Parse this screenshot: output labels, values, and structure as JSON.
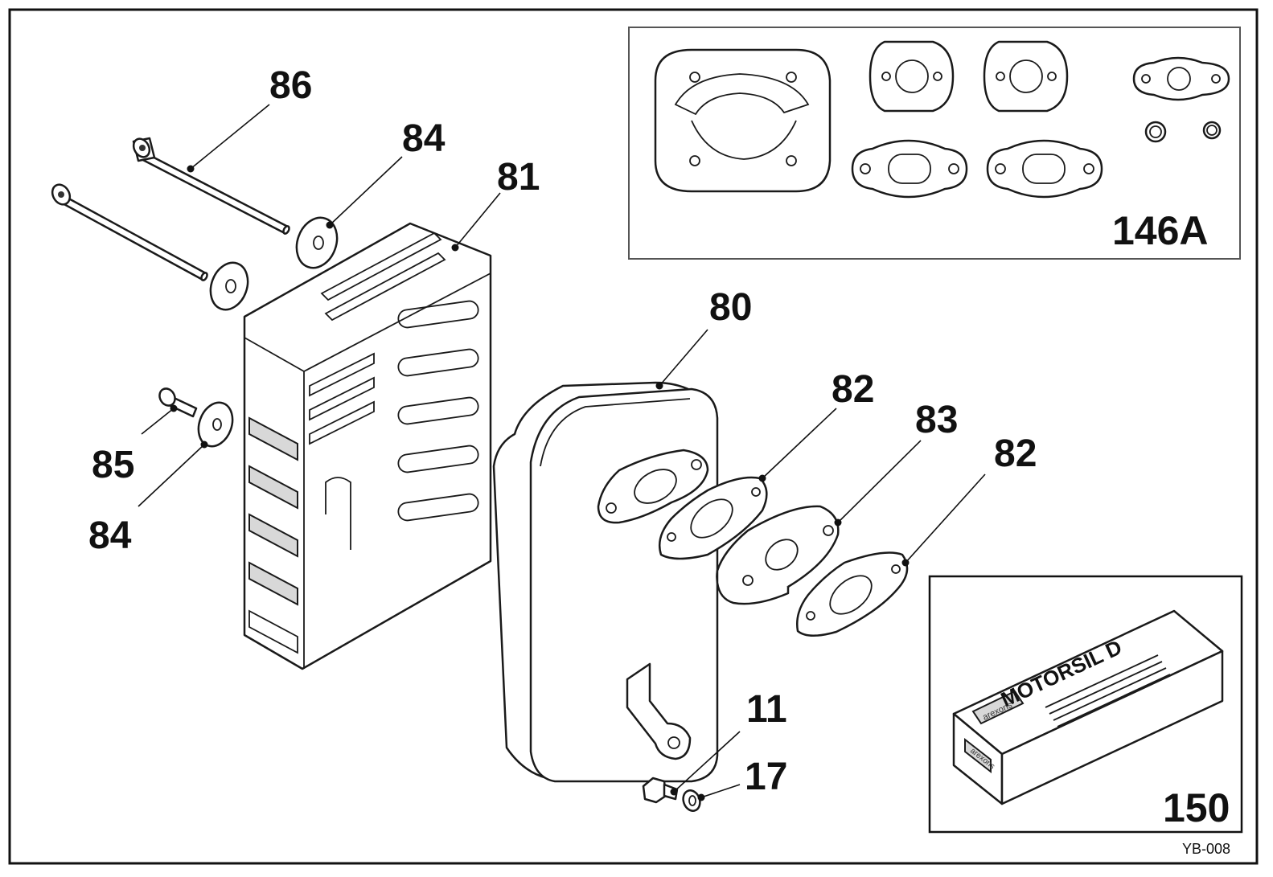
{
  "callouts": {
    "c86": "86",
    "c84_top": "84",
    "c81": "81",
    "c80": "80",
    "c82_a": "82",
    "c83": "83",
    "c82_b": "82",
    "c85": "85",
    "c84_bottom": "84",
    "c11": "11",
    "c17": "17"
  },
  "kits": {
    "gasket_kit": "146A",
    "sealant_kit": "150"
  },
  "sealant_box": {
    "product_name": "MOTORSIL D",
    "brand": "arexons"
  },
  "drawing_ref": "YB-008"
}
